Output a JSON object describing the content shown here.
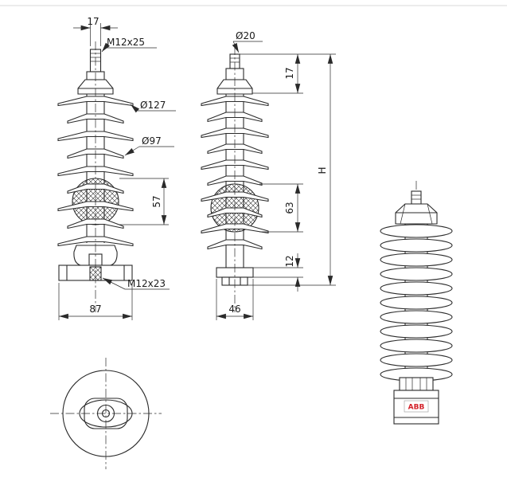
{
  "colors": {
    "line": "#2a2a2a",
    "abb_red": "#d3222a"
  },
  "views": {
    "left": {
      "dims": {
        "stud_width": "17",
        "top_thread": "M12x25",
        "dia_large": "Ø127",
        "dia_small": "Ø97",
        "block_height": "57",
        "bottom_thread": "M12x23",
        "base_width": "87"
      }
    },
    "middle": {
      "dims": {
        "stud_dia": "Ø20",
        "top_height": "17",
        "block_height": "63",
        "base_height": "12",
        "overall_height": "H",
        "base_width": "46"
      }
    },
    "right3d": {
      "brand": "ABB"
    }
  }
}
